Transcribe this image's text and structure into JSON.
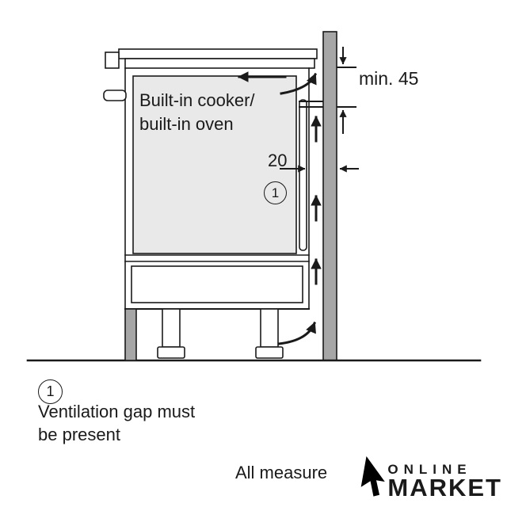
{
  "labels": {
    "oven_line1": "Built-in cooker/",
    "oven_line2": "built-in oven",
    "min45": "min. 45",
    "gap20": "20",
    "callout": "1"
  },
  "note": {
    "callout": "1",
    "line1": "Ventilation gap must",
    "line2": "be present"
  },
  "footer": {
    "text": "All measure"
  },
  "logo": {
    "top": "ONLINE",
    "bottom": "MARKET"
  },
  "colors": {
    "line": "#1a1a1a",
    "wall_gray": "#a6a6a6",
    "oven_gray": "#e9e9e9"
  }
}
